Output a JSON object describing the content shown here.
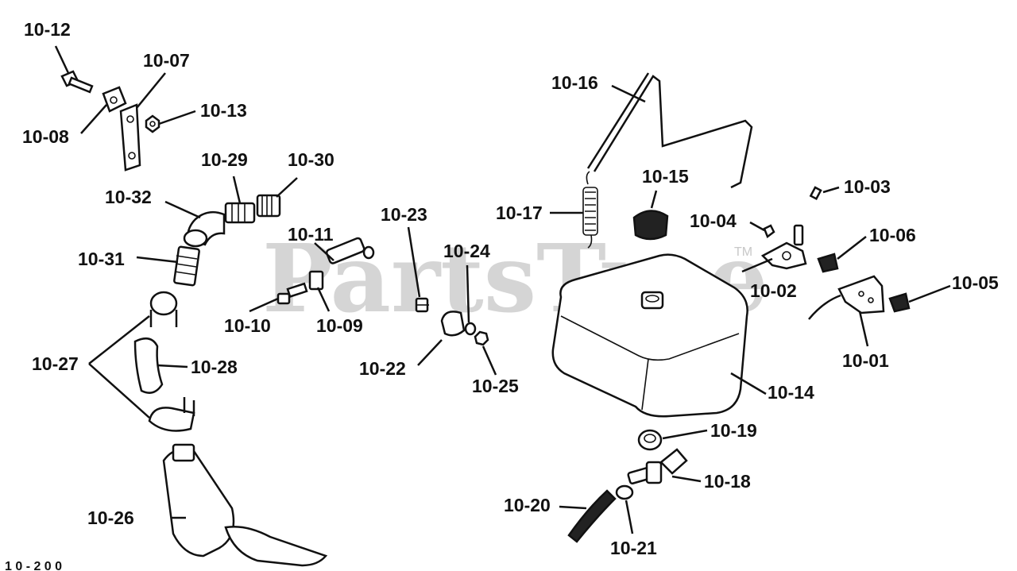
{
  "watermark": {
    "text": "PartsTree",
    "tm": "TM"
  },
  "caption": "1 0 - 2 0 0",
  "labels": {
    "p1012": "10-12",
    "p1007": "10-07",
    "p1013": "10-13",
    "p1008": "10-08",
    "p1029": "10-29",
    "p1030": "10-30",
    "p1032": "10-32",
    "p1031": "10-31",
    "p1011": "10-11",
    "p1010": "10-10",
    "p1009": "10-09",
    "p1023": "10-23",
    "p1024": "10-24",
    "p1022": "10-22",
    "p1025": "10-25",
    "p1027": "10-27",
    "p1028": "10-28",
    "p1026": "10-26",
    "p1016": "10-16",
    "p1017": "10-17",
    "p1015": "10-15",
    "p1003": "10-03",
    "p1004": "10-04",
    "p1006": "10-06",
    "p1002": "10-02",
    "p1005": "10-05",
    "p1001": "10-01",
    "p1014": "10-14",
    "p1019": "10-19",
    "p1018": "10-18",
    "p1020": "10-20",
    "p1021": "10-21"
  }
}
